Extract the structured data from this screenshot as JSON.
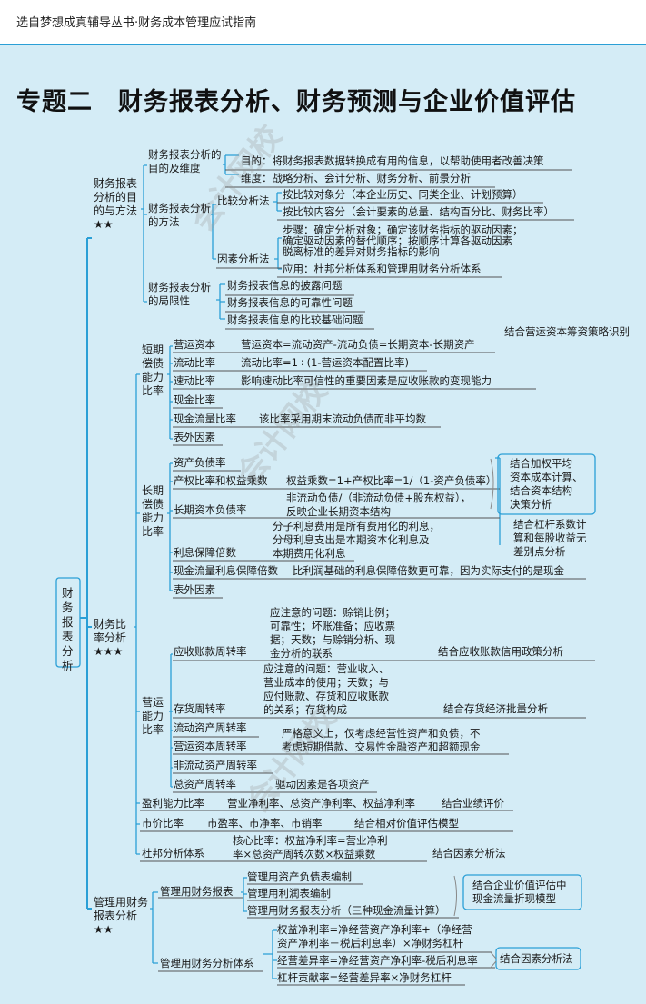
{
  "header": {
    "series": "选自梦想成真辅导丛书·财务成本管理应试指南",
    "title_num": "专题二",
    "title_text": "财务报表分析、财务预测与企业价值评估"
  },
  "root": "财务报表分析",
  "stars2": "★★",
  "stars3": "★★★",
  "s1": {
    "label": "财务报表分析的目的与方法",
    "purpose": {
      "label": "财务报表分析的目的及维度",
      "goal": "目的：将财务报表数据转换成有用的信息，以帮助使用者改善决策",
      "dims": "维度：战略分析、会计分析、财务分析、前景分析"
    },
    "methods": {
      "label": "财务报表分析的方法",
      "compare": {
        "label": "比较分析法",
        "obj": "按比较对象分（本企业历史、同类企业、计划预算）",
        "content": "按比较内容分（会计要素的总量、结构百分比、财务比率）"
      },
      "factor": {
        "label": "因素分析法",
        "steps": "步骤：确定分析对象；确定该财务指标的驱动因素；\n确定驱动因素的替代顺序；按顺序计算各驱动因素\n脱离标准的差异对财务指标的影响",
        "app": "应用：杜邦分析体系和管理用财务分析体系"
      }
    },
    "limits": {
      "label": "财务报表分析的局限性",
      "items": [
        "财务报表信息的披露问题",
        "财务报表信息的可靠性问题",
        "财务报表信息的比较基础问题"
      ]
    }
  },
  "s2": {
    "label": "财务比率分析",
    "short": {
      "label": "短期偿债能力比率",
      "wc": "营运资本",
      "wc_formula": "营运资本=流动资产-流动负债=长期资本-长期资产",
      "wc_note": "结合营运资本筹资策略识别",
      "cr": "流动比率",
      "cr_formula": "流动比率=1÷(1-营运资本配置比率)",
      "qr": "速动比率",
      "qr_note": "影响速动比率可信性的重要因素是应收账款的变现能力",
      "cash": "现金比率",
      "cfl": "现金流量比率",
      "cfl_note": "该比率采用期末流动负债而非平均数",
      "ext": "表外因素"
    },
    "long": {
      "label": "长期偿债能力比率",
      "debt": "资产负债率",
      "eq": "产权比率和权益乘数",
      "eq_formula": "权益乘数=1+产权比率=1/（1-资产负债率）",
      "ltc": "长期资本负债率",
      "ltc_formula": "非流动负债/（非流动负债+股东权益），\n反映企业长期资本结构",
      "wacc_note": "结合加权平均\n资本成本计算、\n结合资本结构\n决策分析",
      "icr": "利息保障倍数",
      "icr_note": "分子利息费用是所有费用化的利息，\n分母利息支出是本期资本化利息及\n本期费用化利息",
      "lev_note": "结合杠杆系数计\n算和每股收益无\n差别点分析",
      "cficr": "现金流量利息保障倍数",
      "cficr_note": "比利润基础的利息保障倍数更可靠，因为实际支付的是现金",
      "ext": "表外因素"
    },
    "ops": {
      "label": "营运能力比率",
      "ar": "应收账款周转率",
      "ar_note": "应注意的问题：赊销比例；\n可靠性；坏账准备；应收票\n据；天数；与赊销分析、现\n金分析的联系",
      "ar_link": "结合应收账款信用政策分析",
      "inv": "存货周转率",
      "inv_note": "应注意的问题：营业收入、\n营业成本的使用；天数；与\n应付账款、存货和应收账款\n的关系；存货构成",
      "inv_link": "结合存货经济批量分析",
      "cat": "流动资产周转率",
      "wct": "营运资本周转率",
      "wct_note": "严格意义上，仅考虑经营性资产和负债，不\n考虑短期借款、交易性金融资产和超额现金",
      "ncat": "非流动资产周转率",
      "tat": "总资产周转率",
      "tat_note": "驱动因素是各项资产"
    },
    "profit": {
      "label": "盈利能力比率",
      "items": "营业净利率、总资产净利率、权益净利率",
      "link": "结合业绩评价"
    },
    "market": {
      "label": "市价比率",
      "items": "市盈率、市净率、市销率",
      "link": "结合相对价值评估模型"
    },
    "dupont": {
      "label": "杜邦分析体系",
      "core": "核心比率：权益净利率=营业净利\n率×总资产周转次数×权益乘数",
      "link": "结合因素分析法"
    }
  },
  "s3": {
    "label": "管理用财务报表分析",
    "stmts": {
      "label": "管理用财务报表",
      "items": [
        "管理用资产负债表编制",
        "管理用利润表编制",
        "管理用财务报表分析（三种现金流量计算）"
      ],
      "link": "结合企业价值评估中\n现金流量折现模型"
    },
    "system": {
      "label": "管理用财务分析体系",
      "roe": "权益净利率=净经营资产净利率+（净经营\n资产净利率－税后利息率）×净财务杠杆",
      "spread": "经营差异率=净经营资产净利率-税后利息率",
      "lev": "杠杆贡献率=经营差异率×净财务杠杆",
      "link": "结合因素分析法"
    }
  },
  "watermarks": [
    "会计网校",
    ".com"
  ]
}
